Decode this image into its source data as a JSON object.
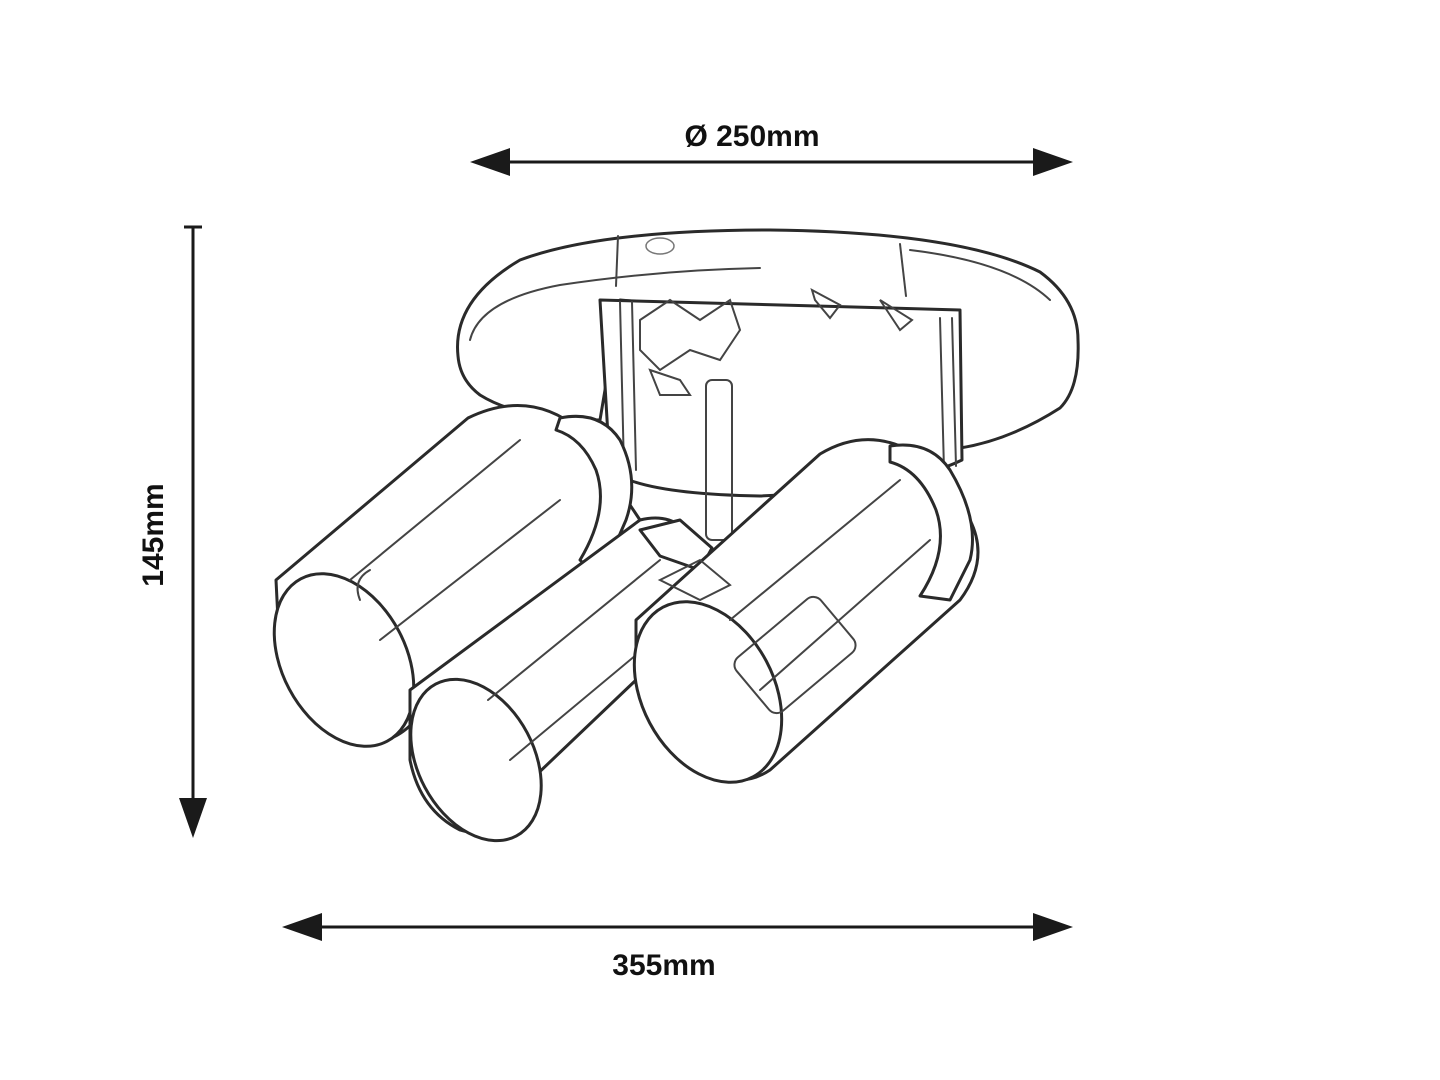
{
  "dimensions": {
    "diameter": "Ø 250mm",
    "height": "145mm",
    "width": "355mm"
  },
  "colors": {
    "line": "#1a1a1a",
    "background": "#ffffff"
  }
}
